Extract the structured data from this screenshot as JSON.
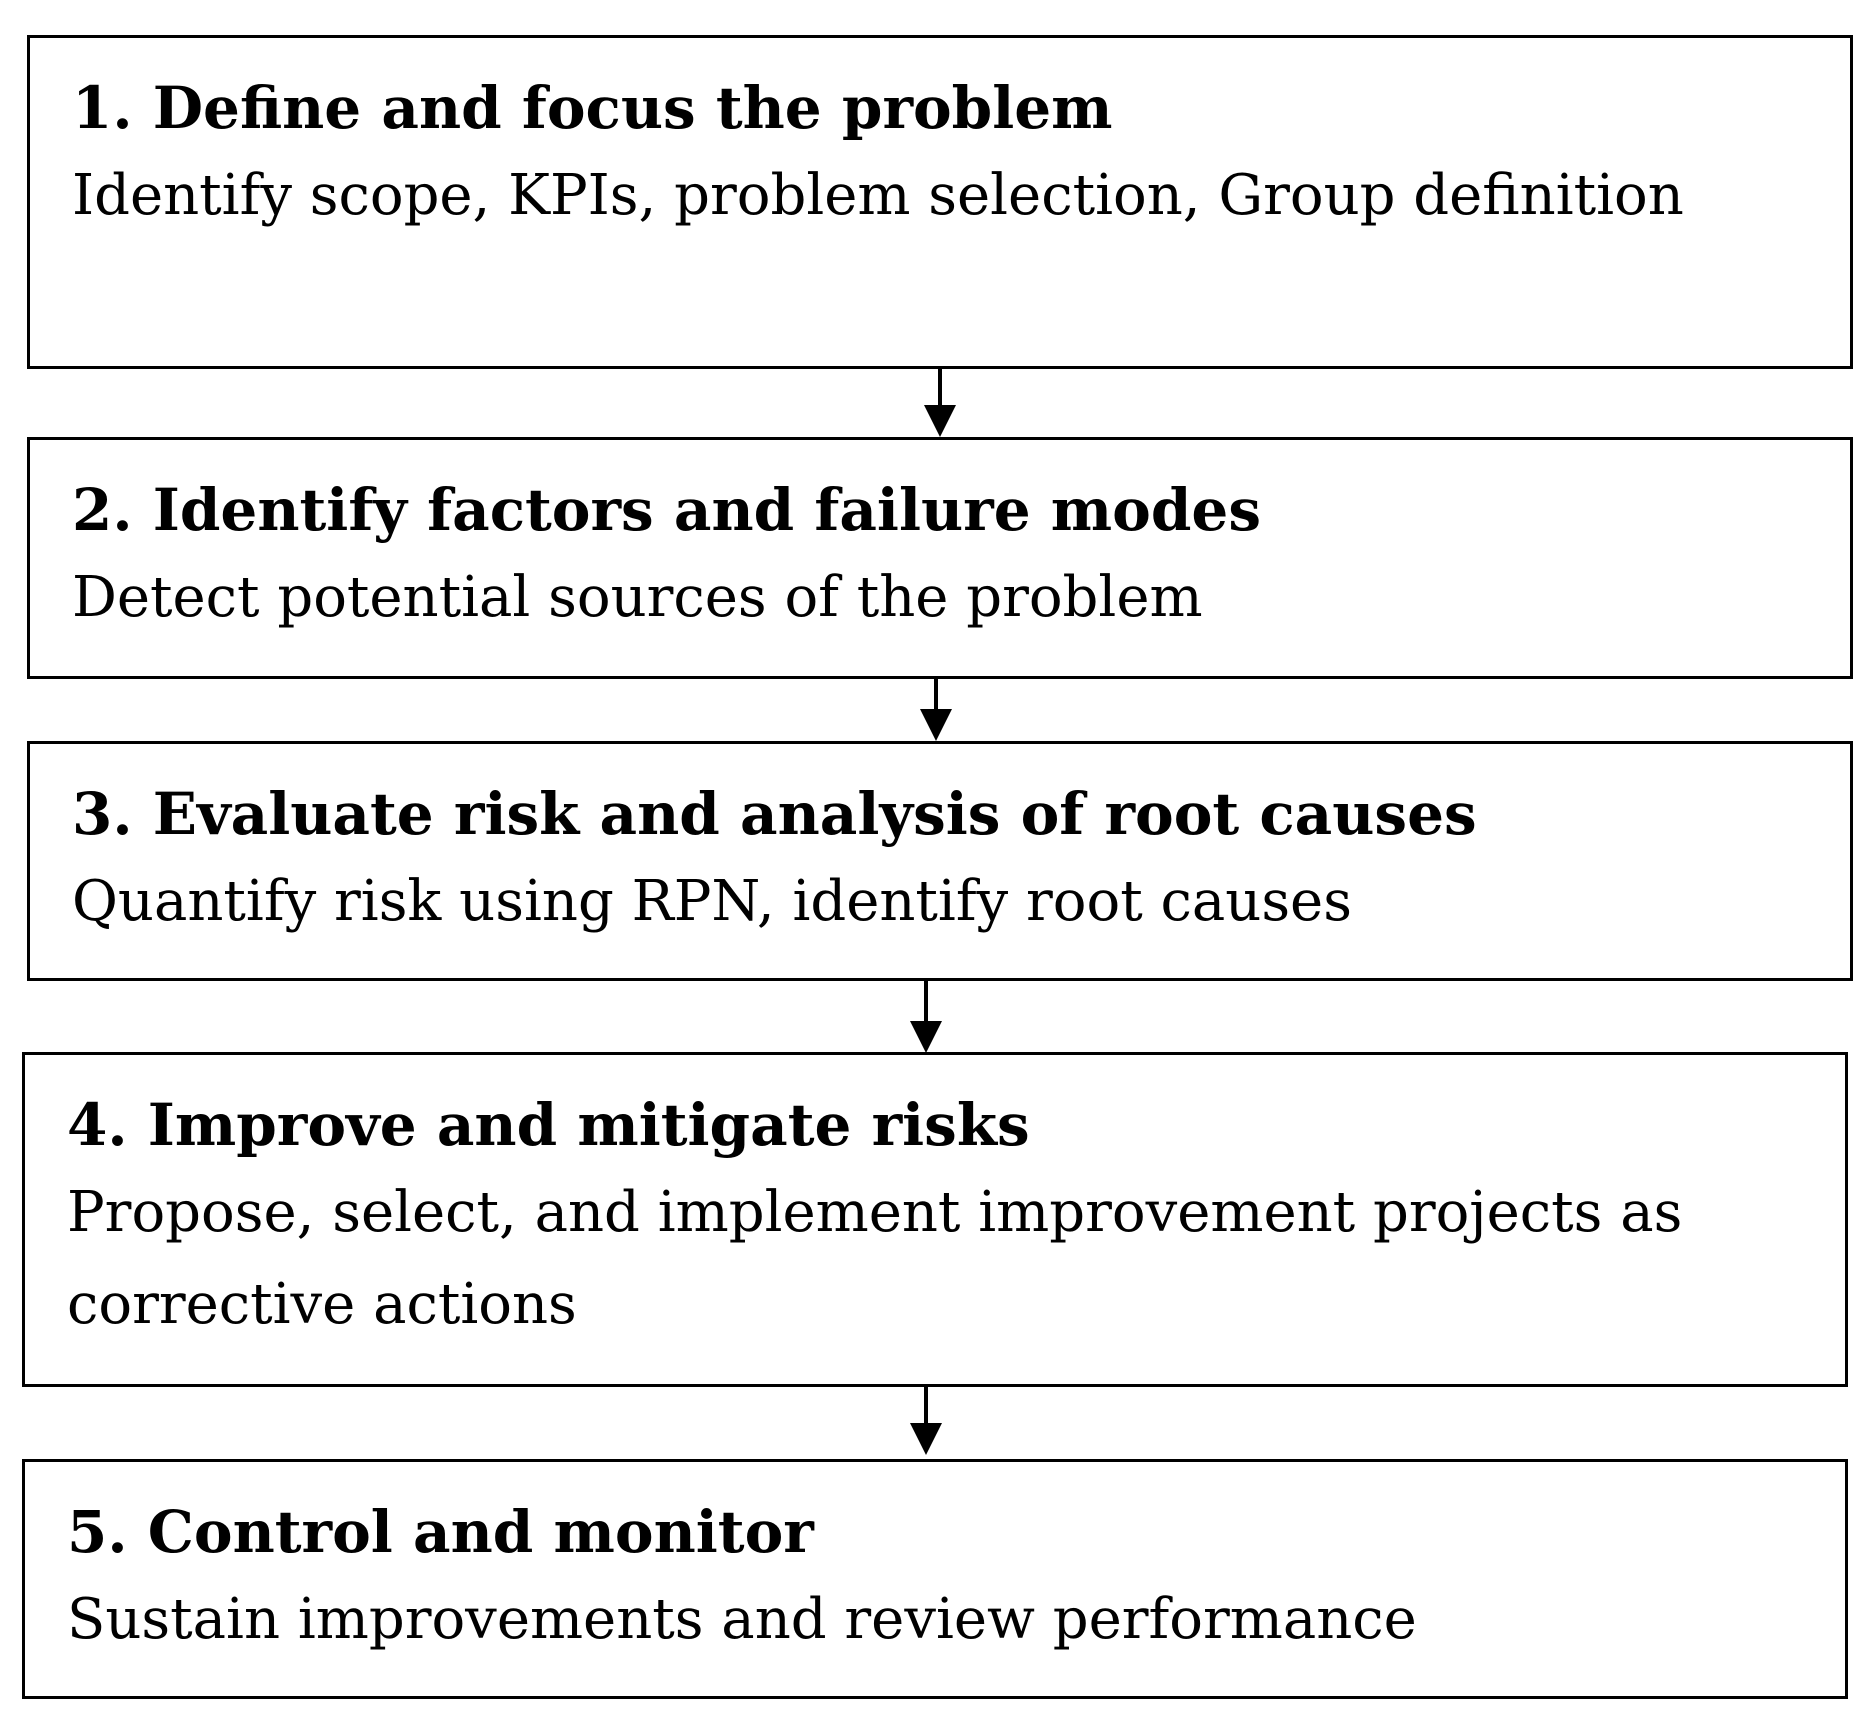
{
  "steps": [
    {
      "title": "1. Define and focus the problem",
      "description": "Identify scope, KPIs, problem selection, Group definition"
    },
    {
      "title": "2. Identify factors and failure modes",
      "description": "Detect potential sources of the problem"
    },
    {
      "title": "3. Evaluate risk and analysis of root causes",
      "description": "Quantify risk using RPN, identify root causes"
    },
    {
      "title": "4. Improve and mitigate risks",
      "description": "Propose, select, and implement improvement projects as corrective actions"
    },
    {
      "title": "5. Control and monitor",
      "description": "Sustain improvements and review performance"
    }
  ]
}
